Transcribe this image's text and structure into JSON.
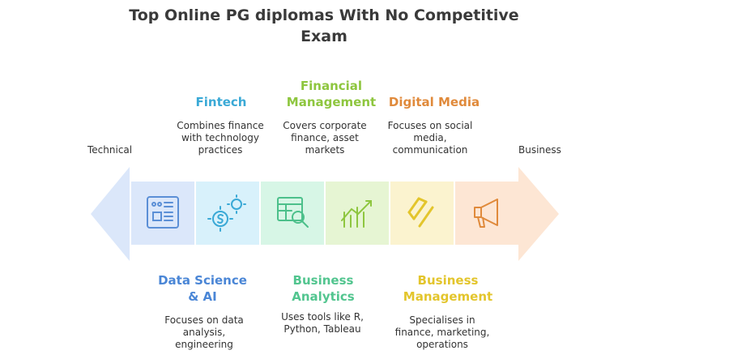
{
  "title": "Top Online PG diplomas With No Competitive Exam",
  "ends": {
    "left": "Technical",
    "right": "Business"
  },
  "top_items": [
    {
      "heading": "Fintech",
      "description": "Combines finance with technology practices",
      "color": "#3aa9d6"
    },
    {
      "heading": "Financial Management",
      "description": "Covers corporate finance, asset markets",
      "color": "#8ec63f"
    },
    {
      "heading": "Digital Media",
      "description": "Focuses on social media, communication",
      "color": "#e08a3b"
    }
  ],
  "bottom_items": [
    {
      "heading": "Data Science & AI",
      "description": "Focuses on data analysis, engineering",
      "color": "#4a86d6"
    },
    {
      "heading": "Business Analytics",
      "description": "Uses tools like R, Python, Tableau",
      "color": "#52c58f"
    },
    {
      "heading": "Business Management",
      "description": "Specialises in finance, marketing, operations",
      "color": "#e3c52c"
    }
  ],
  "segments": [
    {
      "icon": "circuit-board-icon",
      "fill": "#dbe7fa",
      "stroke": "#5b8fd6"
    },
    {
      "icon": "gears-dollar-icon",
      "fill": "#d8f1fb",
      "stroke": "#3aa9d6"
    },
    {
      "icon": "spreadsheet-search-icon",
      "fill": "#d7f6e6",
      "stroke": "#4cc08b"
    },
    {
      "icon": "line-chart-icon",
      "fill": "#e6f5d3",
      "stroke": "#8ec63f"
    },
    {
      "icon": "links-icon",
      "fill": "#fbf3cf",
      "stroke": "#e3c52c"
    },
    {
      "icon": "megaphone-icon",
      "fill": "#fde6d4",
      "stroke": "#e08a3b"
    }
  ]
}
